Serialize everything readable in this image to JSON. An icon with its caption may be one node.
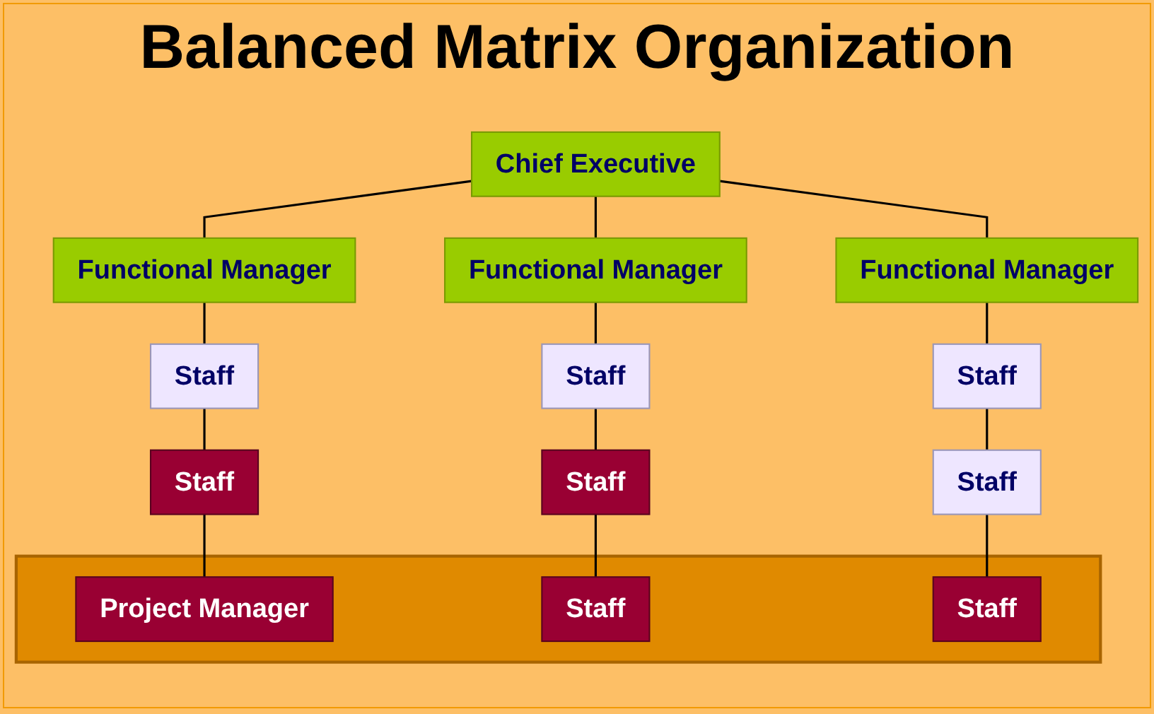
{
  "diagram": {
    "title": "Balanced Matrix Organization",
    "nodes": [
      {
        "text": [
          "Chief Executive"
        ]
      },
      {
        "text": [
          "Functional Manager"
        ]
      },
      {
        "text": [
          "Functional Manager"
        ]
      },
      {
        "text": [
          "Functional Manager"
        ]
      },
      {
        "text": [
          "Staff"
        ]
      },
      {
        "text": [
          "Staff"
        ]
      },
      {
        "text": [
          "Staff"
        ]
      },
      {
        "text": [
          "Staff"
        ]
      },
      {
        "text": [
          "Staff"
        ]
      },
      {
        "text": [
          "Staff"
        ]
      },
      {
        "text": [],
        "shape": "box"
      },
      {
        "text": [
          "Project Manager"
        ],
        "in": 10
      },
      {
        "text": [
          "Staff"
        ],
        "in": 10
      },
      {
        "text": [
          "Staff"
        ],
        "in": 10
      }
    ],
    "edges": [
      {
        "from": 0,
        "to": 1,
        "arrow": "none"
      },
      {
        "from": 0,
        "to": 2,
        "arrow": "none"
      },
      {
        "from": 0,
        "to": 3,
        "arrow": "none"
      },
      {
        "from": 1,
        "to": 4,
        "arrow": "none"
      },
      {
        "from": 4,
        "to": 5,
        "arrow": "none"
      },
      {
        "from": 5,
        "to": 11,
        "arrow": "none"
      },
      {
        "from": 2,
        "to": 6,
        "arrow": "none"
      },
      {
        "from": 6,
        "to": 7,
        "arrow": "none"
      },
      {
        "from": 7,
        "to": 12,
        "arrow": "none"
      },
      {
        "from": 3,
        "to": 8,
        "arrow": "none"
      },
      {
        "from": 8,
        "to": 9,
        "arrow": "none"
      },
      {
        "from": 9,
        "to": 13,
        "arrow": "none"
      }
    ]
  }
}
